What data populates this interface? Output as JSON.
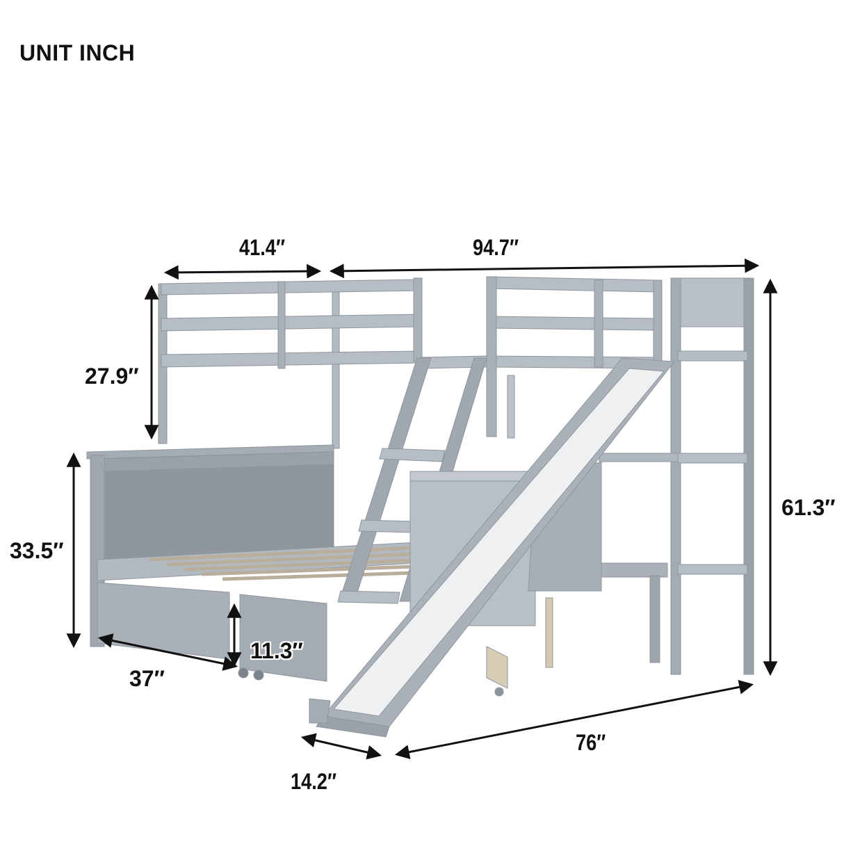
{
  "header": {
    "unit_label": "UNIT INCH"
  },
  "product": {
    "description": "Full over twin bunk bed with slide, ladder, trundle drawers, and side shelves",
    "frame_color": "#a9b0b8",
    "slide_surface_color": "#f1f3f5",
    "slat_color": "#d6cbb8"
  },
  "dimensions": {
    "top_bunk_width": "41.4″",
    "overall_length_with_slide": "94.7″",
    "guardrail_height": "27.9″",
    "overall_height": "61.3″",
    "lower_headboard_height": "33.5″",
    "drawer_height": "11.3″",
    "drawer_width": "37″",
    "slide_width": "14.2″",
    "overall_depth": "76″"
  },
  "colors": {
    "arrow": "#111111",
    "text": "#111111",
    "background": "#ffffff"
  }
}
